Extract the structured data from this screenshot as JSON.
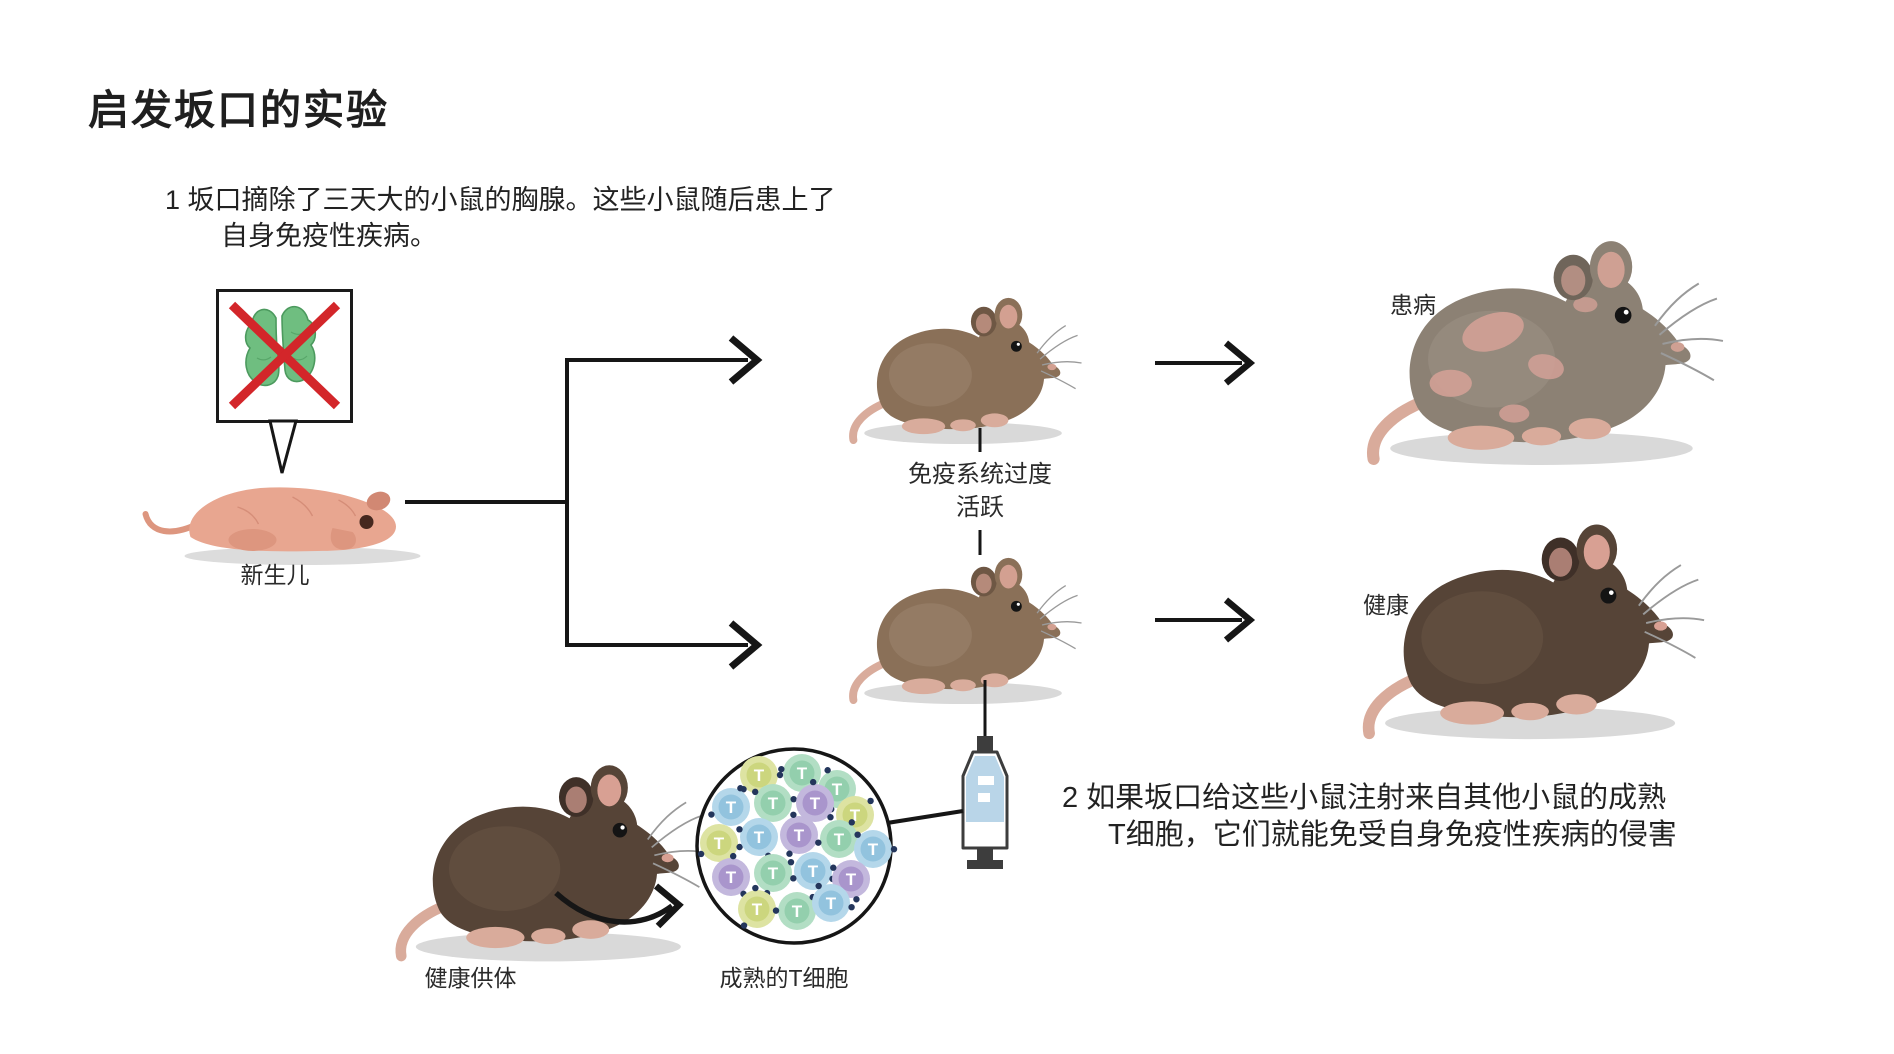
{
  "title": "启发坂口的实验",
  "steps": {
    "step1": {
      "line1": "1 坂口摘除了三天大的小鼠的胸腺。这些小鼠随后患上了",
      "line2": "自身免疫性疾病。"
    },
    "step2": {
      "line1": "2 如果坂口给这些小鼠注射来自其他小鼠的成熟",
      "line2": "T细胞，它们就能免受自身免疫性疾病的侵害"
    }
  },
  "labels": {
    "newborn": "新生儿",
    "overactive_line1": "免疫系统过度",
    "overactive_line2": "活跃",
    "sick": "患病",
    "healthy": "健康",
    "healthy_donor": "健康供体",
    "mature_t_cells": "成熟的T细胞",
    "t_cell_letter": "T"
  },
  "colors": {
    "line_dark": "#161616",
    "cross_red": "#d3262a",
    "thymus_green": "#6fbe80",
    "thymus_dark": "#4c9a5e",
    "syringe_liquid": "#b9d5e8",
    "syringe_metal": "#3d3d3d",
    "receptor_navy": "#24365c",
    "shadow_gray": "#d9d9d9"
  },
  "illustration": {
    "mice": {
      "brown": {
        "body": "#8a7058",
        "bodyLight": "#a08a74",
        "bodyDark": "#6e5744",
        "earInner": "#d3a091",
        "paw": "#d9ac9c",
        "shadow": "#d9d9d9"
      },
      "dark": {
        "body": "#564437",
        "bodyLight": "#6c5848",
        "bodyDark": "#3f3028",
        "earInner": "#d8a093",
        "paw": "#d9ab9b",
        "shadow": "#d9d9d9"
      },
      "sick": {
        "body": "#8c8174",
        "bodyLight": "#9f948a",
        "bodyDark": "#6f655a",
        "earInner": "#cfa093",
        "paw": "#d9ab9b",
        "shadow": "#d9d9d9",
        "patch": "#d2a096"
      }
    },
    "newborn": {
      "body": "#e8a690",
      "bodyDark": "#d18873",
      "limb": "#dd967f",
      "shadow": "#dcdcdc",
      "eye": "#46281f"
    },
    "tcell_palette": {
      "y": {
        "outer": "#dde3a2",
        "inner": "#ccd67e"
      },
      "g": {
        "outer": "#b2dec4",
        "inner": "#93cfad"
      },
      "b": {
        "outer": "#b4d7ea",
        "inner": "#92c3de"
      },
      "p": {
        "outer": "#c3b8dd",
        "inner": "#a995cc"
      }
    }
  }
}
